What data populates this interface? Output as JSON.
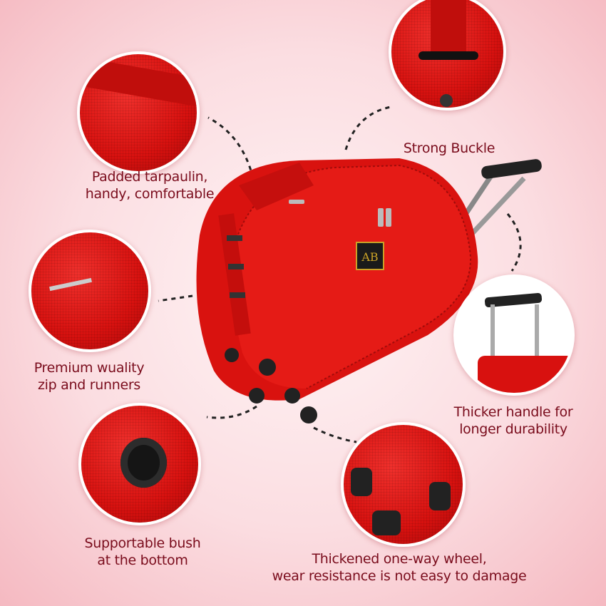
{
  "features": [
    {
      "id": "padded",
      "label_lines": [
        "Padded tarpaulin,",
        "handy, comfortable"
      ]
    },
    {
      "id": "buckle",
      "label_lines": [
        "Strong Buckle"
      ]
    },
    {
      "id": "zip",
      "label_lines": [
        "Premium wuality",
        "zip and runners"
      ]
    },
    {
      "id": "handle",
      "label_lines": [
        "Thicker handle for",
        "longer durability"
      ]
    },
    {
      "id": "bush",
      "label_lines": [
        "Supportable bush",
        "at the bottom"
      ]
    },
    {
      "id": "wheel",
      "label_lines": [
        "Thickened one-way wheel,",
        "wear resistance is not easy to damage"
      ]
    }
  ],
  "logo_text": "AB",
  "colors": {
    "product": "#d8110f",
    "caption": "#7a0c1c",
    "background": "#fbdde1"
  }
}
